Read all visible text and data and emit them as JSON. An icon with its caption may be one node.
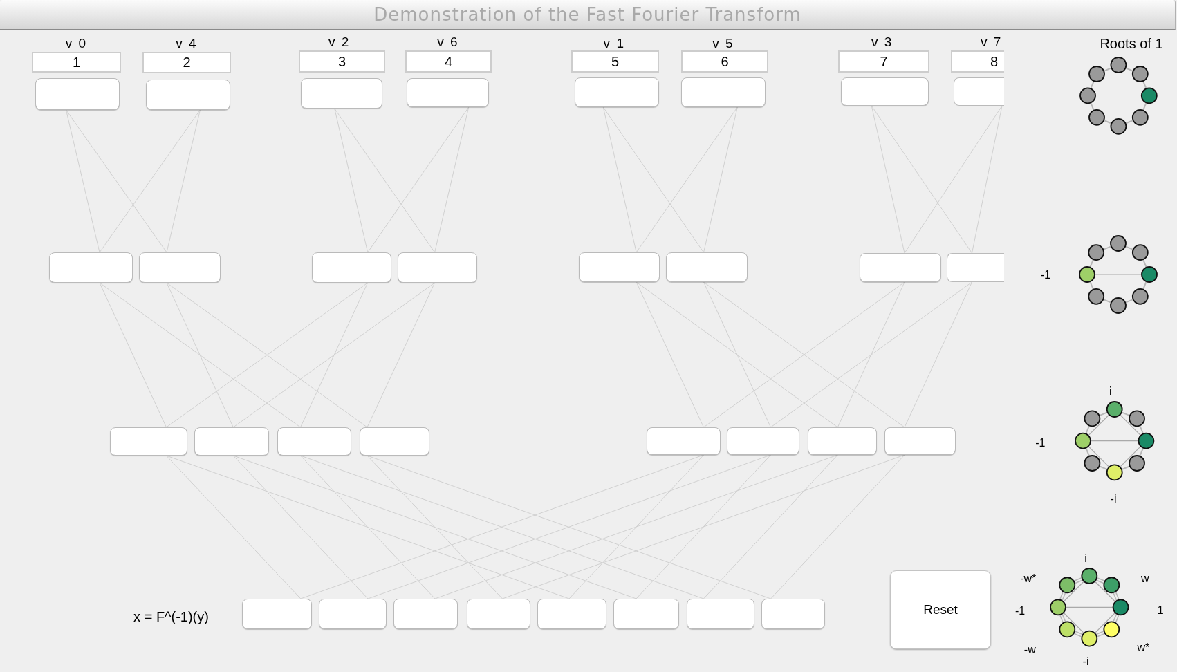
{
  "diagram": {
    "title": "Demonstration of the Fast Fourier Transform",
    "nodes": [
      {
        "text": [
          "1"
        ],
        "beside": [
          "v 0"
        ]
      },
      {
        "text": [
          "2"
        ],
        "beside": [
          "v 4"
        ]
      },
      {
        "text": [
          "3"
        ],
        "beside": [
          "v 2"
        ]
      },
      {
        "text": [
          "4"
        ],
        "beside": [
          "v 6"
        ]
      },
      {
        "text": [
          "5"
        ],
        "beside": [
          "v 1"
        ]
      },
      {
        "text": [
          "6"
        ],
        "beside": [
          "v 5"
        ]
      },
      {
        "text": [
          "7"
        ],
        "beside": [
          "v 3"
        ]
      },
      {
        "text": [
          "8"
        ],
        "beside": [
          "v 7"
        ]
      },
      {
        "text": [],
        "shape": "box"
      },
      {
        "text": [],
        "shape": "box"
      },
      {
        "text": [],
        "shape": "box"
      },
      {
        "text": [],
        "shape": "box"
      },
      {
        "text": [],
        "shape": "box"
      },
      {
        "text": [],
        "shape": "box"
      },
      {
        "text": [],
        "shape": "box"
      },
      {
        "text": [],
        "shape": "box"
      },
      {
        "text": [],
        "shape": "box"
      },
      {
        "text": [],
        "shape": "box"
      },
      {
        "text": [],
        "shape": "box"
      },
      {
        "text": [],
        "shape": "box"
      },
      {
        "text": [],
        "shape": "box"
      },
      {
        "text": [],
        "shape": "box"
      },
      {
        "text": [],
        "shape": "box"
      },
      {
        "text": [],
        "shape": "box"
      },
      {
        "text": [],
        "shape": "box"
      },
      {
        "text": [],
        "shape": "box"
      },
      {
        "text": [],
        "shape": "box"
      },
      {
        "text": [],
        "shape": "box"
      },
      {
        "text": [],
        "shape": "box"
      },
      {
        "text": [],
        "shape": "box"
      },
      {
        "text": [],
        "shape": "box"
      },
      {
        "text": [],
        "shape": "box"
      },
      {
        "text": [],
        "shape": "box"
      },
      {
        "text": [],
        "shape": "box"
      },
      {
        "text": [],
        "shape": "box"
      },
      {
        "text": [],
        "shape": "box"
      },
      {
        "text": [],
        "shape": "box"
      },
      {
        "text": [],
        "shape": "box"
      },
      {
        "text": [],
        "shape": "box"
      },
      {
        "text": [],
        "shape": "box"
      },
      {
        "text": [
          "Reset"
        ]
      }
    ],
    "edges": [
      {
        "from": 8,
        "to": 16,
        "arrow": "none"
      },
      {
        "from": 8,
        "to": 17,
        "arrow": "none"
      },
      {
        "from": 9,
        "to": 16,
        "arrow": "none"
      },
      {
        "from": 9,
        "to": 17,
        "arrow": "none"
      },
      {
        "from": 10,
        "to": 18,
        "arrow": "none"
      },
      {
        "from": 10,
        "to": 19,
        "arrow": "none"
      },
      {
        "from": 11,
        "to": 18,
        "arrow": "none"
      },
      {
        "from": 11,
        "to": 19,
        "arrow": "none"
      },
      {
        "from": 12,
        "to": 20,
        "arrow": "none"
      },
      {
        "from": 12,
        "to": 21,
        "arrow": "none"
      },
      {
        "from": 13,
        "to": 20,
        "arrow": "none"
      },
      {
        "from": 13,
        "to": 21,
        "arrow": "none"
      },
      {
        "from": 14,
        "to": 22,
        "arrow": "none"
      },
      {
        "from": 14,
        "to": 23,
        "arrow": "none"
      },
      {
        "from": 15,
        "to": 22,
        "arrow": "none"
      },
      {
        "from": 15,
        "to": 23,
        "arrow": "none"
      },
      {
        "from": 16,
        "to": 24,
        "arrow": "none"
      },
      {
        "from": 16,
        "to": 26,
        "arrow": "none"
      },
      {
        "from": 17,
        "to": 25,
        "arrow": "none"
      },
      {
        "from": 17,
        "to": 27,
        "arrow": "none"
      },
      {
        "from": 18,
        "to": 24,
        "arrow": "none"
      },
      {
        "from": 18,
        "to": 26,
        "arrow": "none"
      },
      {
        "from": 19,
        "to": 25,
        "arrow": "none"
      },
      {
        "from": 19,
        "to": 27,
        "arrow": "none"
      },
      {
        "from": 20,
        "to": 28,
        "arrow": "none"
      },
      {
        "from": 20,
        "to": 30,
        "arrow": "none"
      },
      {
        "from": 21,
        "to": 29,
        "arrow": "none"
      },
      {
        "from": 21,
        "to": 31,
        "arrow": "none"
      },
      {
        "from": 22,
        "to": 28,
        "arrow": "none"
      },
      {
        "from": 22,
        "to": 30,
        "arrow": "none"
      },
      {
        "from": 23,
        "to": 29,
        "arrow": "none"
      },
      {
        "from": 23,
        "to": 31,
        "arrow": "none"
      },
      {
        "from": 24,
        "to": 32,
        "arrow": "none"
      },
      {
        "from": 24,
        "to": 36,
        "arrow": "none"
      },
      {
        "from": 25,
        "to": 33,
        "arrow": "none"
      },
      {
        "from": 25,
        "to": 37,
        "arrow": "none"
      },
      {
        "from": 26,
        "to": 34,
        "arrow": "none"
      },
      {
        "from": 26,
        "to": 38,
        "arrow": "none"
      },
      {
        "from": 27,
        "to": 35,
        "arrow": "none"
      },
      {
        "from": 27,
        "to": 39,
        "arrow": "none"
      },
      {
        "from": 28,
        "to": 32,
        "arrow": "none"
      },
      {
        "from": 28,
        "to": 36,
        "arrow": "none"
      },
      {
        "from": 29,
        "to": 33,
        "arrow": "none"
      },
      {
        "from": 29,
        "to": 37,
        "arrow": "none"
      },
      {
        "from": 30,
        "to": 34,
        "arrow": "none"
      },
      {
        "from": 30,
        "to": 38,
        "arrow": "none"
      },
      {
        "from": 31,
        "to": 35,
        "arrow": "none"
      },
      {
        "from": 31,
        "to": 39,
        "arrow": "none"
      }
    ],
    "labels": [
      "Roots of 1",
      "-1",
      "i",
      "-1",
      "-i",
      "x = F^(-1)(y)",
      "i",
      "-w*",
      "w",
      "-1",
      "1",
      "-w",
      "w*",
      "-i"
    ]
  }
}
